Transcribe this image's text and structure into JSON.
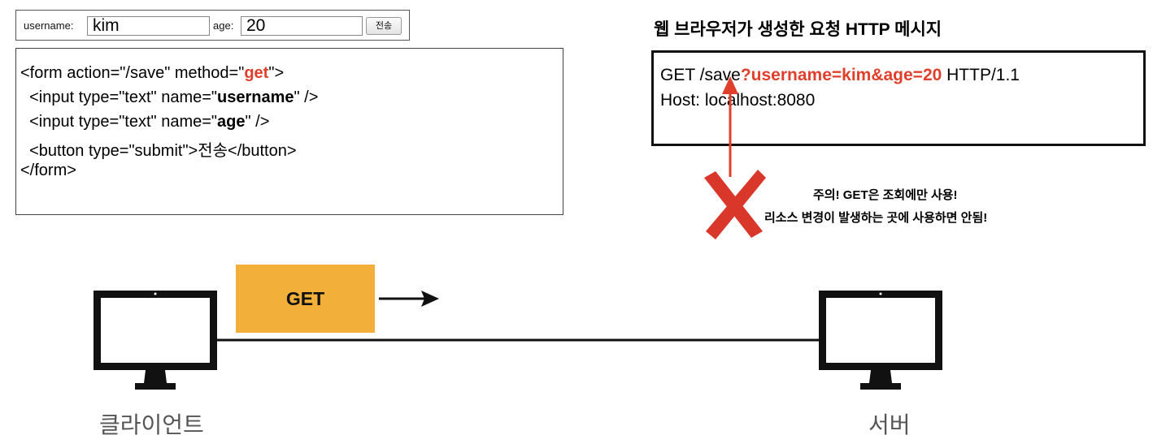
{
  "form_preview": {
    "username_label": "username:",
    "username_value": "kim",
    "age_label": "age:",
    "age_value": "20",
    "submit_label": "전송"
  },
  "code": {
    "l1_a": "<form action=\"/save\" method=\"",
    "l1_method": "get",
    "l1_b": "\">",
    "l2_a": "  <input type=\"text\" name=\"",
    "l2_name": "username",
    "l2_b": "\" />",
    "l3_a": "  <input type=\"text\" name=\"",
    "l3_name": "age",
    "l3_b": "\" />",
    "l4": "  <button type=\"submit\">전송</button>",
    "l5": "</form>"
  },
  "http": {
    "title": "웹 브라우저가 생성한 요청 HTTP 메시지",
    "line1_a": "GET /save",
    "line1_query": "?username=kim&age=20",
    "line1_b": " HTTP/1.1",
    "line2": "Host: localhost:8080"
  },
  "warning": {
    "line1_a": "주의! ",
    "line1_b": "GET",
    "line1_c": "은 조회에만 사용!",
    "line2": "리소스 변경이 발생하는 곳에 사용하면 안됨!"
  },
  "request": {
    "method_label": "GET"
  },
  "devices": {
    "client_label": "클라이언트",
    "server_label": "서버"
  },
  "colors": {
    "accent_red": "#e0402b",
    "get_box": "#f2b03b",
    "cross_red": "#d9372a"
  },
  "icons": [
    "monitor-icon",
    "arrow-right-icon",
    "cross-icon",
    "arrow-up-icon"
  ]
}
